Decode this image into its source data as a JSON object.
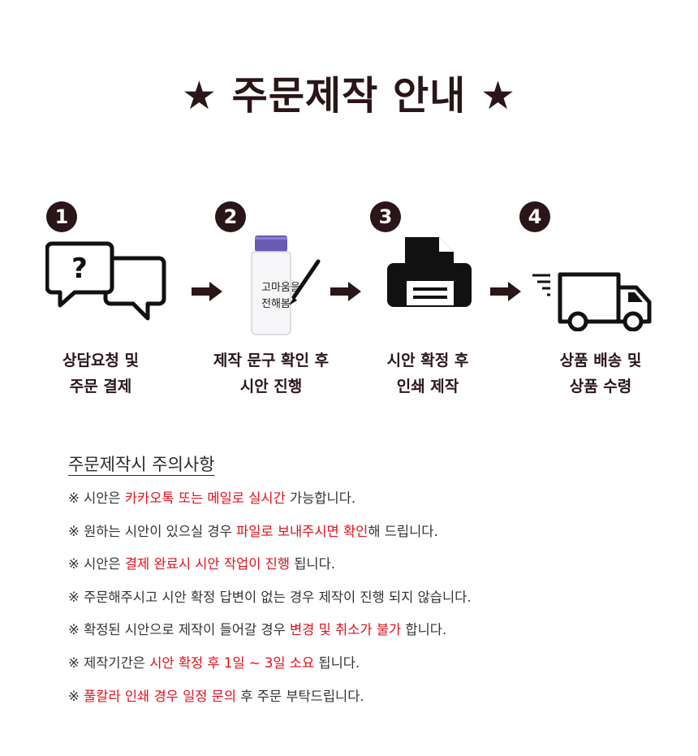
{
  "title": "★ 주문제작 안내 ★",
  "colors": {
    "dark": "#2a1519",
    "accent_red": "#e0101a"
  },
  "steps": [
    {
      "number": "1",
      "icon": "chat-bubbles-question-icon",
      "line1": "상담요청 및",
      "line2": "주문 결제"
    },
    {
      "number": "2",
      "icon": "bottle-with-pen-icon",
      "bottle_text_a": "고마움을",
      "bottle_text_b": "전해봄",
      "line1": "제작 문구 확인 후",
      "line2": "시안 진행"
    },
    {
      "number": "3",
      "icon": "printer-icon",
      "line1": "시안 확정 후",
      "line2": "인쇄 제작"
    },
    {
      "number": "4",
      "icon": "delivery-truck-icon",
      "line1": "상품 배송 및",
      "line2": "상품 수령"
    }
  ],
  "notes": {
    "title": "주문제작시 주의사항",
    "items": [
      {
        "a": "※ 시안은 ",
        "r": "카카오톡 또는 메일로 실시간",
        "b": " 가능합니다."
      },
      {
        "a": "※ 원하는 시안이 있으실 경우 ",
        "r": "파일로 보내주시면 확인",
        "b": "해 드립니다."
      },
      {
        "a": "※ 시안은 ",
        "r": "결제 완료시 시안 작업이 진행",
        "b": " 됩니다."
      },
      {
        "a": "※ 주문해주시고 시안 확정 답변이 없는 경우 제작이 진행 되지 않습니다.",
        "r": "",
        "b": ""
      },
      {
        "a": "※ 확정된 시안으로 제작이 들어갈 경우 ",
        "r": "변경 및 취소가 불가",
        "b": " 합니다."
      },
      {
        "a": "※ 제작기간은 ",
        "r": "시안 확정 후 1일 ~ 3일 소요",
        "b": " 됩니다."
      },
      {
        "a": "※ ",
        "r": "풀칼라 인쇄 경우 일정 문의",
        "b": " 후 주문 부탁드립니다."
      }
    ]
  }
}
